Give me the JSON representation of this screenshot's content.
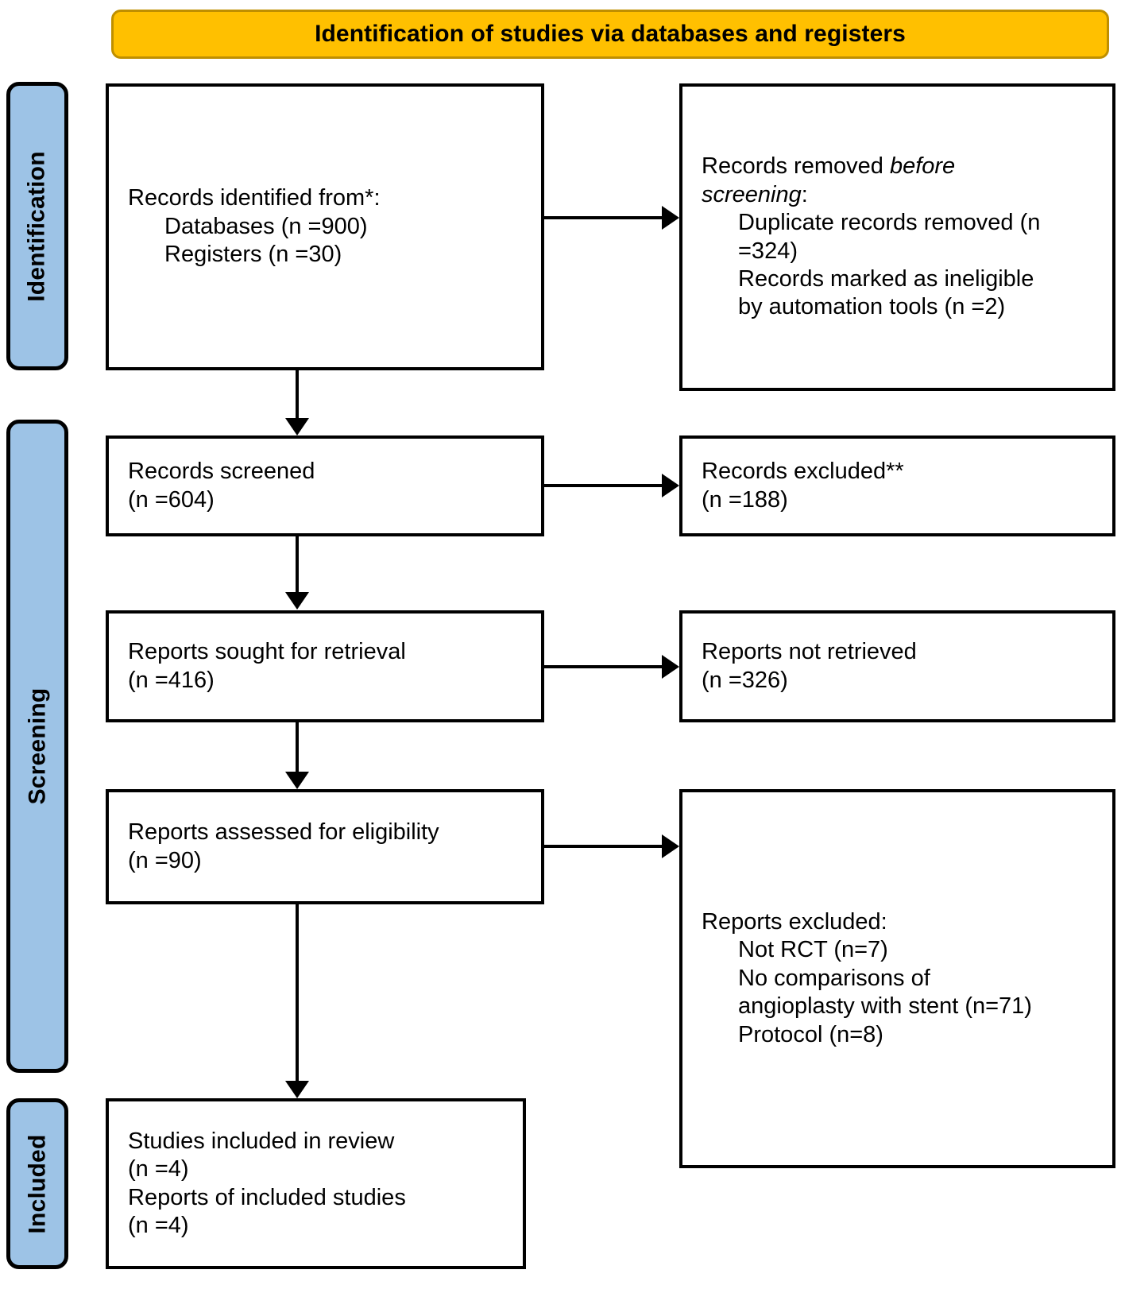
{
  "banner": {
    "title": "Identification of studies via databases and registers"
  },
  "stages": [
    {
      "key": "identification",
      "label": "Identification"
    },
    {
      "key": "screening",
      "label": "Screening"
    },
    {
      "key": "included",
      "label": "Included"
    }
  ],
  "boxes": {
    "identified": {
      "line1": "Records identified from*:",
      "line2": "Databases (n =900)",
      "line3": "Registers (n =30)"
    },
    "removed": {
      "line1_a": "Records removed ",
      "line1_em": "before",
      "line2_em": "screening",
      "line2_b": ":",
      "line3": "Duplicate records removed (n",
      "line4": "=324)",
      "line5": "Records marked as ineligible",
      "line6": "by automation tools (n =2)"
    },
    "screened": {
      "line1": "Records screened",
      "line2": "(n =604)"
    },
    "excluded": {
      "line1": "Records excluded**",
      "line2": "(n =188)"
    },
    "sought": {
      "line1": "Reports sought for retrieval",
      "line2": "(n =416)"
    },
    "not_retrieved": {
      "line1": "Reports not retrieved",
      "line2": "(n =326)"
    },
    "assessed": {
      "line1": "Reports assessed for eligibility",
      "line2": "(n =90)"
    },
    "reports_excluded": {
      "line1": "Reports excluded:",
      "line2": "Not RCT (n=7)",
      "line3": "No comparisons of",
      "line4": "angioplasty with stent (n=71)",
      "line5": "Protocol (n=8)"
    },
    "included": {
      "line1": "Studies included in review",
      "line2": "(n =4)",
      "line3": "Reports of included studies",
      "line4": "(n =4)"
    }
  },
  "colors": {
    "banner_fill": "#FFC000",
    "banner_border": "#BF8F00",
    "stage_fill": "#9DC3E6",
    "box_border": "#000000",
    "box_fill": "#FFFFFF"
  }
}
